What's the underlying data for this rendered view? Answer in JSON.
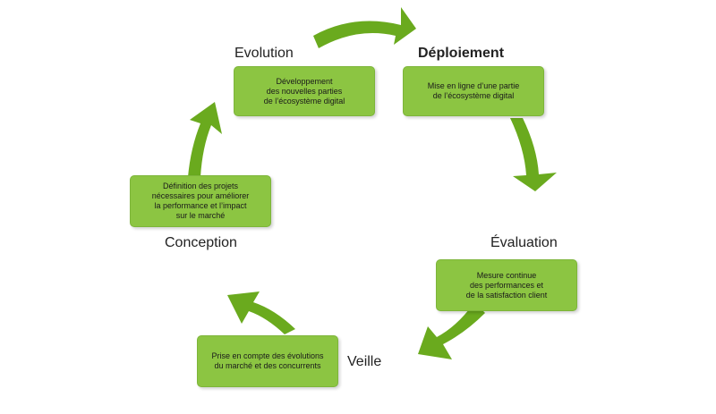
{
  "stages": {
    "evolution": {
      "title": "Evolution",
      "text": "Développement\ndes nouvelles parties\nde l’écosystème digital"
    },
    "deploiement": {
      "title": "Déploiement",
      "text": "Mise en ligne d’une partie\nde l’écosystème digital"
    },
    "evaluation": {
      "title": "Évaluation",
      "text": "Mesure continue\ndes performances et\nde la satisfaction client"
    },
    "veille": {
      "title": "Veille",
      "text": "Prise en compte des évolutions\ndu marché et des concurrents"
    },
    "conception": {
      "title": "Conception",
      "text": "Définition des projets\nnécessaires pour améliorer\nla performance et l’impact\nsur le marché"
    }
  },
  "colors": {
    "box_fill": "#8cc542",
    "arrow": "#6aaa1e",
    "arrow_dark": "#5a9618"
  }
}
